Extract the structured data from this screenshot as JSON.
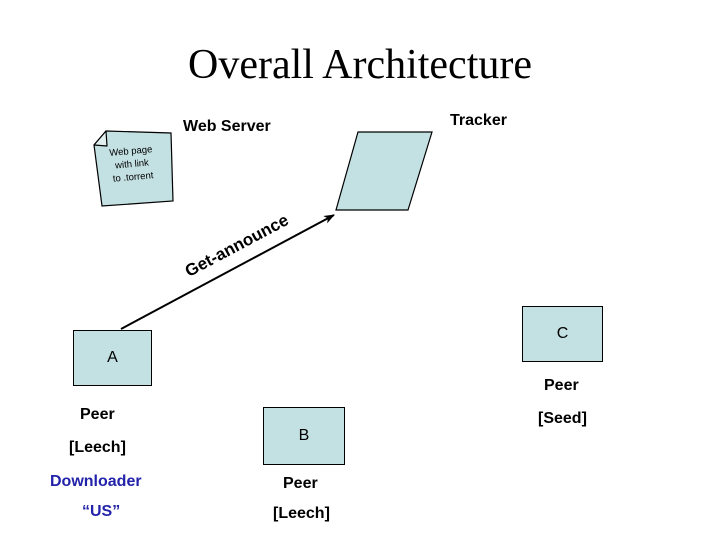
{
  "slide": {
    "title": "Overall Architecture"
  },
  "colors": {
    "slide_bg": "#ffffff",
    "title_color": "#000000",
    "label_color": "#000000",
    "accent_text_color": "#2222aa",
    "shape_fill": "#c3e0e2",
    "shape_border": "#000000",
    "note_fold_fill": "#e2efef"
  },
  "web_server": {
    "label": "Web Server"
  },
  "tracker": {
    "label": "Tracker"
  },
  "note": {
    "lines": [
      "Web page",
      "with link",
      "to .torrent"
    ]
  },
  "arrow": {
    "label": "Get-announce"
  },
  "peers": {
    "a": {
      "box_label": "A",
      "role": "Peer",
      "status": "[Leech]",
      "annotation1": "Downloader",
      "annotation2": "“US”"
    },
    "b": {
      "box_label": "B",
      "role": "Peer",
      "status": "[Leech]"
    },
    "c": {
      "box_label": "C",
      "role": "Peer",
      "status": "[Seed]"
    }
  }
}
